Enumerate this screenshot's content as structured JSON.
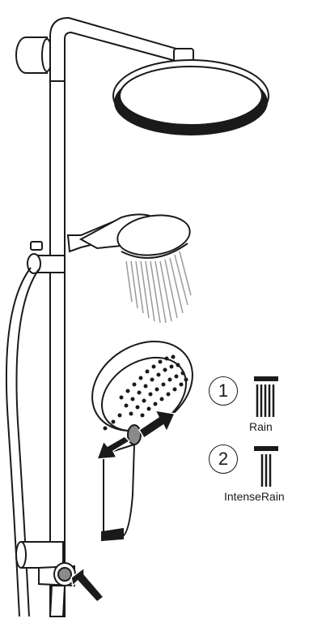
{
  "modes": [
    {
      "number": "1",
      "label": "Rain",
      "icon": "rain-spray-icon"
    },
    {
      "number": "2",
      "label": "IntenseRain",
      "icon": "intense-rain-spray-icon"
    }
  ],
  "colors": {
    "line": "#1a1a1a",
    "fill": "#ffffff",
    "spray": "#9a9a9a",
    "arrow": "#1a1a1a",
    "pin": "#8a8a8a"
  }
}
